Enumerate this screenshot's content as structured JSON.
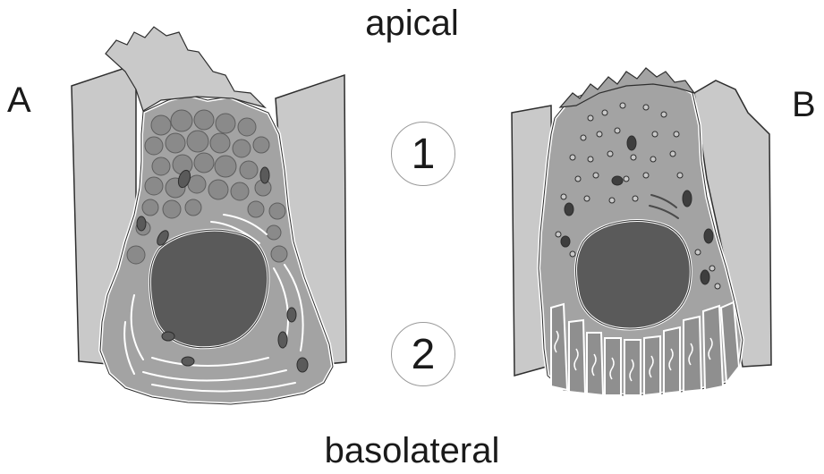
{
  "labels": {
    "apical": "apical",
    "basolateral": "basolateral",
    "panel_a": "A",
    "panel_b": "B",
    "region_1": "1",
    "region_2": "2"
  },
  "colors": {
    "background": "#ffffff",
    "neighbor_cell": "#c9c9c9",
    "cytoplasm": "#a3a3a3",
    "nucleus": "#5a5a5a",
    "granule": "#8a8a8a",
    "mitochondria": "#4a4a4a",
    "membrane": "#ffffff",
    "outline": "#2e2e2e"
  }
}
